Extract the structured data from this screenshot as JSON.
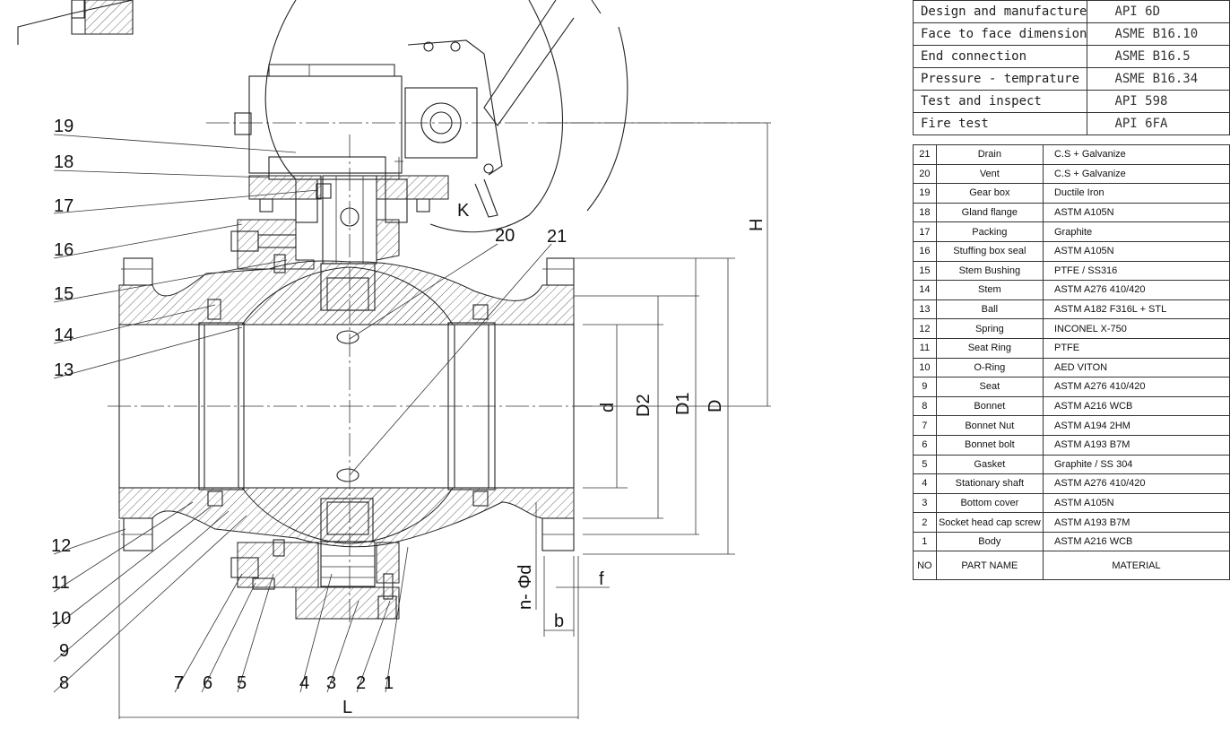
{
  "standards": [
    {
      "item": "Design and manufacture",
      "standard": "API 6D"
    },
    {
      "item": "Face to face dimension",
      "standard": "ASME B16.10"
    },
    {
      "item": "End connection",
      "standard": "ASME B16.5"
    },
    {
      "item": "Pressure - temprature",
      "standard": "ASME B16.34"
    },
    {
      "item": "Test and inspect",
      "standard": "API 598"
    },
    {
      "item": "Fire test",
      "standard": "API 6FA"
    }
  ],
  "parts": [
    {
      "no": "21",
      "name": "Drain",
      "material": "C.S + Galvanize"
    },
    {
      "no": "20",
      "name": "Vent",
      "material": "C.S + Galvanize"
    },
    {
      "no": "19",
      "name": "Gear box",
      "material": "Ductile Iron"
    },
    {
      "no": "18",
      "name": "Gland flange",
      "material": "ASTM A105N"
    },
    {
      "no": "17",
      "name": "Packing",
      "material": "Graphite"
    },
    {
      "no": "16",
      "name": "Stuffing box seal",
      "material": "ASTM A105N"
    },
    {
      "no": "15",
      "name": "Stem Bushing",
      "material": "PTFE / SS316"
    },
    {
      "no": "14",
      "name": "Stem",
      "material": "ASTM A276 410/420"
    },
    {
      "no": "13",
      "name": "Ball",
      "material": "ASTM A182 F316L + STL"
    },
    {
      "no": "12",
      "name": "Spring",
      "material": "INCONEL X-750"
    },
    {
      "no": "11",
      "name": "Seat Ring",
      "material": "PTFE"
    },
    {
      "no": "10",
      "name": "O-Ring",
      "material": "AED VITON"
    },
    {
      "no": "9",
      "name": "Seat",
      "material": "ASTM A276 410/420"
    },
    {
      "no": "8",
      "name": "Bonnet",
      "material": "ASTM A216 WCB"
    },
    {
      "no": "7",
      "name": "Bonnet Nut",
      "material": "ASTM A194 2HM"
    },
    {
      "no": "6",
      "name": "Bonnet bolt",
      "material": "ASTM A193 B7M"
    },
    {
      "no": "5",
      "name": "Gasket",
      "material": "Graphite / SS 304"
    },
    {
      "no": "4",
      "name": "Stationary shaft",
      "material": "ASTM A276 410/420"
    },
    {
      "no": "3",
      "name": "Bottom cover",
      "material": "ASTM A105N"
    },
    {
      "no": "2",
      "name": "Socket head cap screw",
      "material": "ASTM A193 B7M"
    },
    {
      "no": "1",
      "name": "Body",
      "material": "ASTM A216 WCB"
    }
  ],
  "parts_header": {
    "no": "NO",
    "name": "PART NAME",
    "material": "MATERIAL"
  },
  "callouts": {
    "c1": "1",
    "c2": "2",
    "c3": "3",
    "c4": "4",
    "c5": "5",
    "c6": "6",
    "c7": "7",
    "c8": "8",
    "c9": "9",
    "c10": "10",
    "c11": "11",
    "c12": "12",
    "c13": "13",
    "c14": "14",
    "c15": "15",
    "c16": "16",
    "c17": "17",
    "c18": "18",
    "c19": "19",
    "c20": "20",
    "c21": "21"
  },
  "dimensions": {
    "H": "H",
    "d": "d",
    "D2": "D2",
    "D1": "D1",
    "D": "D",
    "L": "L",
    "nphid": "n- Φd",
    "f": "f",
    "b": "b",
    "K": "K"
  },
  "colors": {
    "line": "#222222",
    "highlight": "#cc1f1f",
    "background": "#ffffff"
  }
}
